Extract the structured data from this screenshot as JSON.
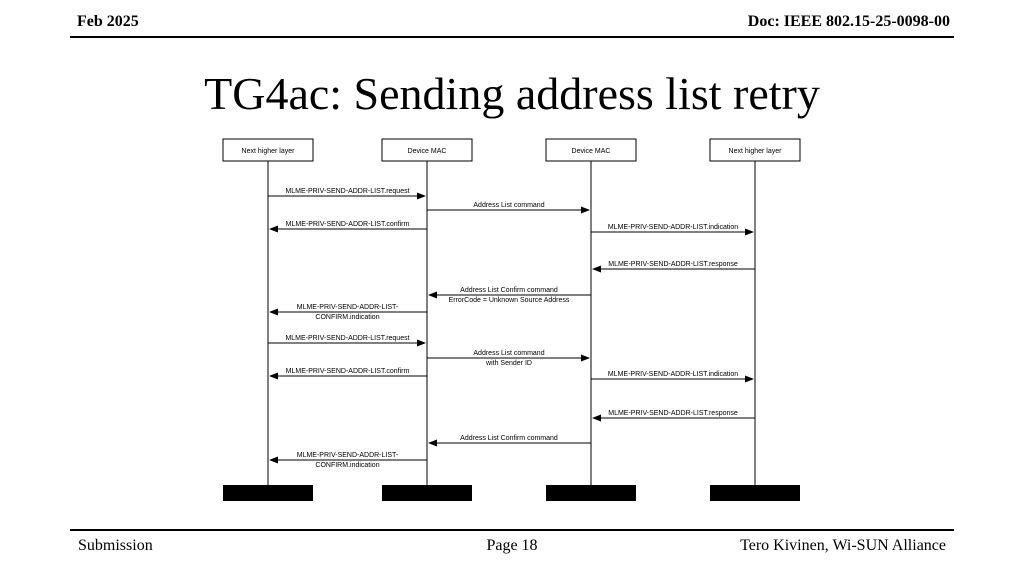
{
  "header": {
    "date": "Feb 2025",
    "doc_id": "Doc: IEEE 802.15-25-0098-00"
  },
  "title": "TG4ac: Sending address list retry",
  "diagram": {
    "lanes": [
      {
        "label": "Next higher layer"
      },
      {
        "label": "Device MAC"
      },
      {
        "label": "Device MAC"
      },
      {
        "label": "Next higher layer"
      }
    ],
    "messages": [
      {
        "from": 0,
        "to": 1,
        "lines": [
          "MLME-PRIV-SEND-ADDR-LIST.request"
        ]
      },
      {
        "from": 1,
        "to": 2,
        "lines": [
          "Address List command"
        ]
      },
      {
        "from": 1,
        "to": 0,
        "lines": [
          "MLME-PRIV-SEND-ADDR-LIST.confirm"
        ]
      },
      {
        "from": 2,
        "to": 3,
        "lines": [
          "MLME-PRIV-SEND-ADDR-LIST.indication"
        ]
      },
      {
        "from": 3,
        "to": 2,
        "lines": [
          "MLME-PRIV-SEND-ADDR-LIST.response"
        ]
      },
      {
        "from": 2,
        "to": 1,
        "lines": [
          "Address List Confirm command",
          "ErrorCode = Unknown Source Address"
        ]
      },
      {
        "from": 1,
        "to": 0,
        "lines": [
          "MLME-PRIV-SEND-ADDR-LIST-",
          "CONFIRM.indication"
        ]
      },
      {
        "from": 0,
        "to": 1,
        "lines": [
          "MLME-PRIV-SEND-ADDR-LIST.request"
        ]
      },
      {
        "from": 1,
        "to": 2,
        "lines": [
          "Address List command",
          "with Sender ID"
        ]
      },
      {
        "from": 1,
        "to": 0,
        "lines": [
          "MLME-PRIV-SEND-ADDR-LIST.confirm"
        ]
      },
      {
        "from": 2,
        "to": 3,
        "lines": [
          "MLME-PRIV-SEND-ADDR-LIST.indication"
        ]
      },
      {
        "from": 3,
        "to": 2,
        "lines": [
          "MLME-PRIV-SEND-ADDR-LIST.response"
        ]
      },
      {
        "from": 2,
        "to": 1,
        "lines": [
          "Address List Confirm command"
        ]
      },
      {
        "from": 1,
        "to": 0,
        "lines": [
          "MLME-PRIV-SEND-ADDR-LIST-",
          "CONFIRM.indication"
        ]
      }
    ]
  },
  "footer": {
    "left": "Submission",
    "center": "Page 18",
    "right": "Tero Kivinen, Wi-SUN Alliance"
  }
}
